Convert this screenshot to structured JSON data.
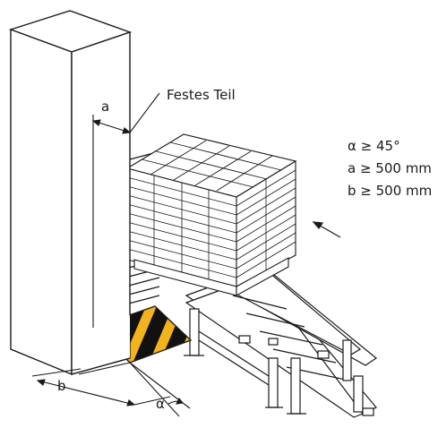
{
  "labels": {
    "fixed_part": "Festes Teil",
    "dim_a": "a",
    "dim_b": "b",
    "angle": "α"
  },
  "conditions": [
    "α ≥ 45°",
    "a ≥ 500 mm",
    "b ≥ 500 mm"
  ],
  "colors": {
    "hazard_yellow": "#f2b31c",
    "hazard_black": "#111111",
    "line": "#1a1a1a",
    "background": "#ffffff"
  }
}
